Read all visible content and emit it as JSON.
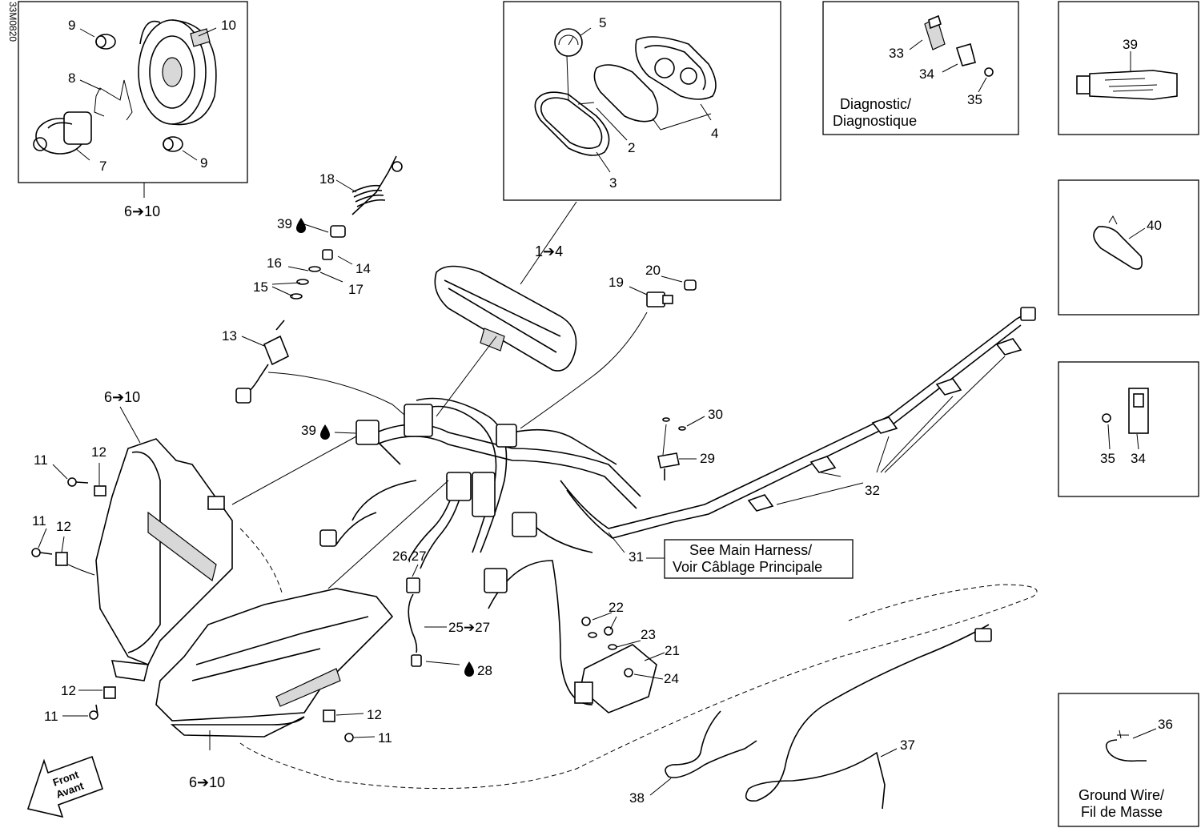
{
  "drawing_code": "33M0820",
  "callouts": {
    "c1to4": "1➔4",
    "c2": "2",
    "c3": "3",
    "c4": "4",
    "c5": "5",
    "c6to10_top": "6➔10",
    "c6to10_left": "6➔10",
    "c6to10_bottom": "6➔10",
    "c7": "7",
    "c8": "8",
    "c9a": "9",
    "c9b": "9",
    "c10": "10",
    "c11a": "11",
    "c11b": "11",
    "c11c": "11",
    "c11d": "11",
    "c12a": "12",
    "c12b": "12",
    "c12c": "12",
    "c12d": "12",
    "c13": "13",
    "c14": "14",
    "c15": "15",
    "c16": "16",
    "c17": "17",
    "c18": "18",
    "c19": "19",
    "c20": "20",
    "c21": "21",
    "c22": "22",
    "c23": "23",
    "c24": "24",
    "c25to27": "25➔27",
    "c26_27": "26,27",
    "c28": "28",
    "c29": "29",
    "c30": "30",
    "c31": "31",
    "c32": "32",
    "c33": "33",
    "c34a": "34",
    "c34b": "34",
    "c35a": "35",
    "c35b": "35",
    "c36": "36",
    "c37": "37",
    "c38": "38",
    "c39a": "39",
    "c39b": "39",
    "c39c": "39",
    "c40": "40"
  },
  "notes": {
    "diagnostic_en": "Diagnostic/",
    "diagnostic_fr": "Diagnostique",
    "harness_en": "See Main Harness/",
    "harness_fr": "Voir Câblage Principale",
    "ground_en": "Ground Wire/",
    "ground_fr": "Fil de Masse",
    "front_en": "Front",
    "front_fr": "Avant"
  },
  "icons": [
    "drop-icon",
    "arrow-right-icon",
    "front-arrow-icon"
  ]
}
